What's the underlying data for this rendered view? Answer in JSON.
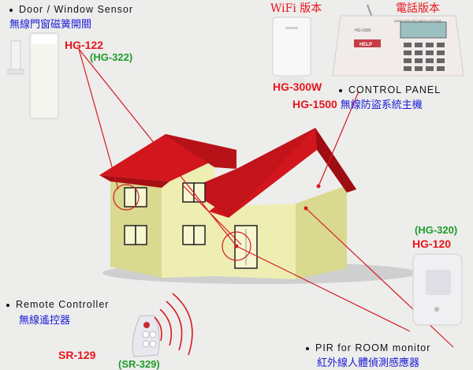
{
  "door_sensor": {
    "title": "Door / Window  Sensor",
    "subtitle": "無線門窗磁簧開關",
    "model": "HG-122",
    "alt_model": "(HG-322)"
  },
  "wifi": {
    "version_label": "WiFi 版本",
    "model": "HG-300W"
  },
  "phone": {
    "version_label": "電話版本",
    "panel_brand": "WIRELESS SECURITY SYSTEM",
    "panel_tag": "HG-1500",
    "help_label": "HELP"
  },
  "control_panel": {
    "title": "CONTROL  PANEL",
    "model": "HG-1500",
    "subtitle": "無線防盜系統主機"
  },
  "pir": {
    "alt_model": "(HG-320)",
    "model": "HG-120",
    "title": "PIR  for  ROOM  monitor",
    "subtitle": "紅外線人體偵測感應器"
  },
  "remote": {
    "title": "Remote  Controller",
    "subtitle": "無線遙控器",
    "model": "SR-129",
    "alt_model": "(SR-329)"
  },
  "colors": {
    "roof": "#d3161d",
    "wall": "#eeeeb3",
    "wall_shade": "#d9d990",
    "label_red": "#e8151b",
    "label_blue": "#1a1ad6",
    "label_green": "#1f9c2a"
  }
}
